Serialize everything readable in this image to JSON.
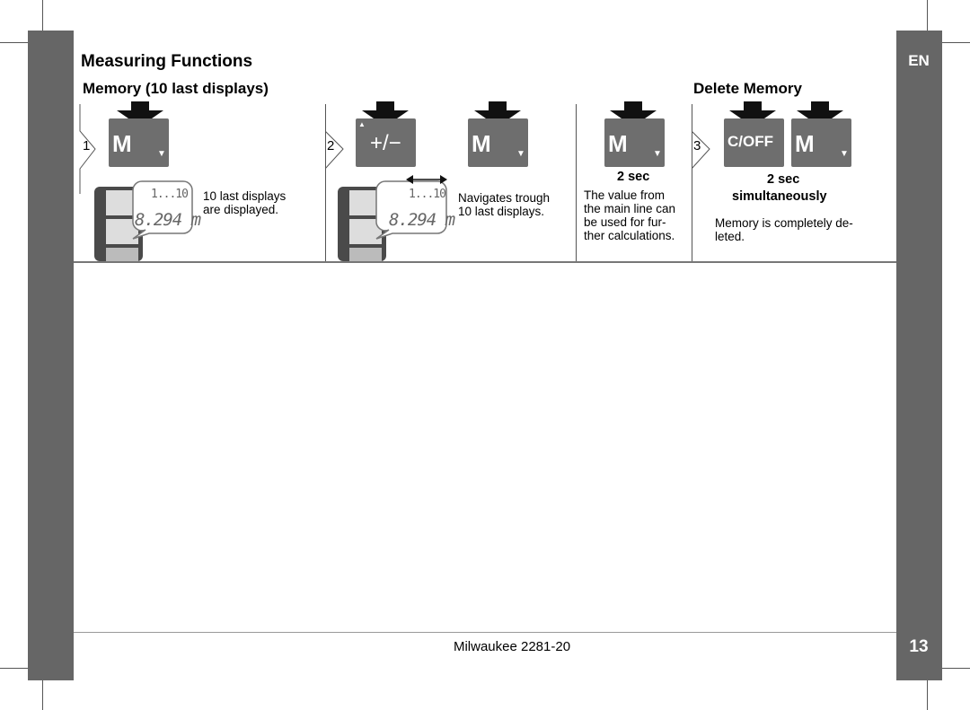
{
  "page": {
    "language_tab": "EN",
    "page_number": "13",
    "footer": "Milwaukee 2281-20"
  },
  "headings": {
    "title": "Measuring Functions",
    "memory_heading": "Memory (10 last displays)",
    "delete_heading": "Delete Memory"
  },
  "steps": [
    {
      "number": "1",
      "key": "M",
      "display_top": "1...10",
      "display_main": "8.294 m",
      "text": [
        "10 last displays",
        "are displayed."
      ]
    },
    {
      "number": "2",
      "key": "+/−",
      "key2": "M",
      "display_top": "1...10",
      "display_main": "8.294 m",
      "text": [
        "Navigates trough",
        "10 last displays."
      ]
    },
    {
      "key": "M",
      "hold": "2 sec",
      "text": [
        "The value from",
        "the main line can",
        "be used for fur-",
        "ther calculations."
      ]
    },
    {
      "number": "3",
      "key": "C/OFF",
      "key2": "M",
      "hold": "2 sec",
      "hold_note": "simultaneously",
      "text": [
        "Memory is completely de-",
        "leted."
      ]
    }
  ],
  "icons": [
    "down-arrow-icon",
    "device-icon",
    "double-arrow-icon",
    "callout-icon"
  ],
  "colors": {
    "sidebar": "#666666",
    "key": "#6e6e6e"
  }
}
